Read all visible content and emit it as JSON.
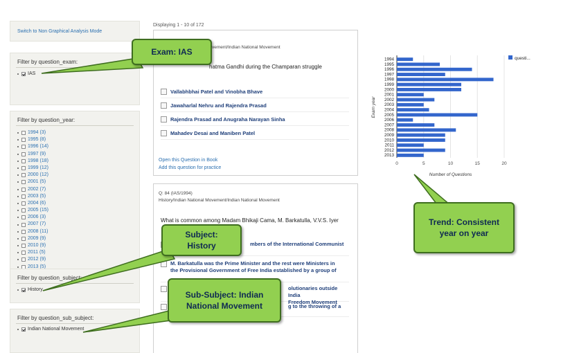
{
  "sidebar": {
    "switch_link": "Switch to Non Graphical Analysis Mode",
    "exam_filter": {
      "title": "Filter by question_exam:",
      "items": [
        {
          "label": "IAS",
          "checked": true
        }
      ]
    },
    "year_filter": {
      "title": "Filter by question_year:",
      "items": [
        {
          "label": "1994 (3)"
        },
        {
          "label": "1995 (8)"
        },
        {
          "label": "1996 (14)"
        },
        {
          "label": "1997 (9)"
        },
        {
          "label": "1998 (18)"
        },
        {
          "label": "1999 (12)"
        },
        {
          "label": "2000 (12)"
        },
        {
          "label": "2001 (5)"
        },
        {
          "label": "2002 (7)"
        },
        {
          "label": "2003 (5)"
        },
        {
          "label": "2004 (6)"
        },
        {
          "label": "2005 (15)"
        },
        {
          "label": "2006 (3)"
        },
        {
          "label": "2007 (7)"
        },
        {
          "label": "2008 (11)"
        },
        {
          "label": "2009 (9)"
        },
        {
          "label": "2010 (9)"
        },
        {
          "label": "2011 (5)"
        },
        {
          "label": "2012 (9)"
        },
        {
          "label": "2013 (5)"
        }
      ]
    },
    "subject_filter": {
      "title": "Filter by question_subject:",
      "items": [
        {
          "label": "History",
          "checked": true
        }
      ]
    },
    "sub_subject_filter": {
      "title": "Filter by question_sub_subject:",
      "items": [
        {
          "label": "Indian National Movement",
          "checked": true
        }
      ]
    }
  },
  "results": {
    "displaying": "Displaying 1 - 10 of 172",
    "card1": {
      "crumb_tail": "vement/Indian National Movement",
      "question_tail": "hatma Gandhi during the Champaran struggle",
      "options": [
        "Vallabhbhai Patel and Vinobha Bhave",
        "Jawaharlal Nehru and Rajendra Prasad",
        "Rajendra Prasad and Anugraha Narayan Sinha",
        "Mahadev Desai and Maniben Patel"
      ],
      "open_link": "Open this Question in Book",
      "practice_link": "Add this question for practice"
    },
    "card2": {
      "qid": "Q: 84 (IAS/1994)",
      "crumb": "History/Indian National Movement/Indian National Movement",
      "question": "What is common among Madam Bhikaji Cama, M. Barkatulla, V.V.S. Iyer",
      "opt1_tail": "mbers of the International Communist",
      "opt2_line1": "M. Barkatulla was the Prime Minister and the rest were Ministers in",
      "opt2_line2": "the Provisional Government of Free India established by a group of",
      "opt3_tail1": "olutionaries outside India",
      "opt3_tail2": "Freedom Movement",
      "opt4_tail": "g to the throwing of a"
    }
  },
  "chart_data": {
    "type": "bar",
    "orientation": "horizontal",
    "categories": [
      "1994",
      "1995",
      "1996",
      "1997",
      "1998",
      "1999",
      "2000",
      "2001",
      "2002",
      "2003",
      "2004",
      "2005",
      "2006",
      "2007",
      "2008",
      "2009",
      "2010",
      "2011",
      "2012",
      "2013"
    ],
    "series": [
      {
        "name": "questi...",
        "values": [
          3,
          8,
          14,
          9,
          18,
          12,
          12,
          5,
          7,
          5,
          6,
          15,
          3,
          7,
          11,
          9,
          9,
          5,
          9,
          5
        ]
      }
    ],
    "xlabel": "Number of Questions",
    "ylabel": "Exam year",
    "xlim": [
      0,
      20
    ],
    "xticks": [
      0,
      5,
      10,
      15,
      20
    ],
    "legend_position": "top-right",
    "bar_color": "#3366cc"
  },
  "callouts": {
    "exam": "Exam: IAS",
    "subject_line1": "Subject:",
    "subject_line2": "History",
    "subsubject_line1": "Sub-Subject: Indian",
    "subsubject_line2": "National Movement",
    "trend_line1": "Trend: Consistent",
    "trend_line2": "year on year",
    "fill_color": "#92d050",
    "border_color": "#3e6d1f"
  }
}
